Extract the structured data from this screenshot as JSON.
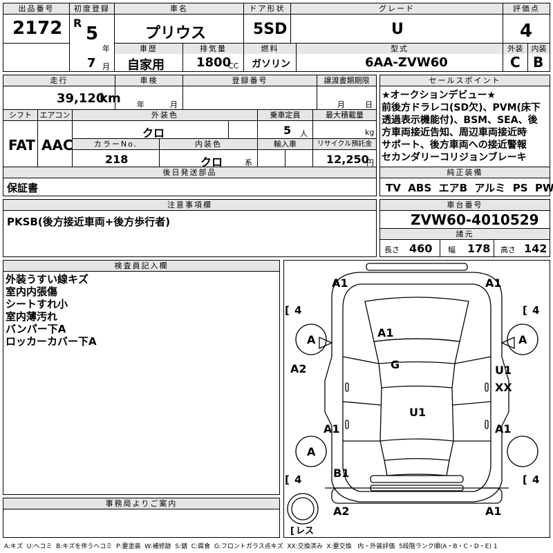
{
  "hdr": {
    "lot_no": "出品番号",
    "first_reg": "初度登録",
    "car_name": "車名",
    "door": "ドア形状",
    "grade": "グレード",
    "score": "評価点",
    "history": "車歴",
    "displacement": "排気量",
    "fuel": "燃料",
    "model": "型式",
    "ext": "外装",
    "int": "内装",
    "mileage": "走行",
    "inspection": "車検",
    "reg_no": "登録番号",
    "transfer": "譲渡書類期限",
    "sales_point": "セールスポイント",
    "shift": "シフト",
    "aircon": "エアコン",
    "ext_color": "外装色",
    "capacity": "乗車定員",
    "max_load": "最大積載量",
    "color_no": "カラーNo.",
    "int_color": "内装色",
    "import": "輸入車",
    "recycle": "リサイクル預託金",
    "later_parts": "後日発送部品",
    "genuine": "純正装備",
    "notes": "注意事項欄",
    "chassis": "車台番号",
    "specs": "諸元",
    "inspector": "検査員記入欄",
    "office": "事務局よりご案内"
  },
  "car": {
    "lot_no": "2172",
    "era": "R",
    "year": "5",
    "year_unit": "年",
    "month": "7",
    "month_unit": "月",
    "name": "プリウス",
    "door": "5SD",
    "grade": "U",
    "score": "4",
    "history": "自家用",
    "displacement": "1800",
    "cc": "CC",
    "fuel": "ガソリン",
    "model": "6AA-ZVW60",
    "ext_score": "C",
    "int_score": "B",
    "mileage": "39,120",
    "km": "km",
    "insp_year": "年",
    "insp_month": "月",
    "transfer_month": "月",
    "transfer_day": "日",
    "shift": "FAT",
    "aircon": "AAC",
    "ext_color": "クロ",
    "capacity": "5",
    "capacity_unit": "人",
    "load_unit": "kg",
    "color_no": "218",
    "int_color": "クロ",
    "int_color_unit": "系",
    "recycle": "12,250",
    "recycle_unit": "円",
    "later_parts": "保証書",
    "genuine": "TV  ABS  エアB  アルミ  PS  PW",
    "notes": "PKSB(後方接近車両+後方歩行者)",
    "chassis": "ZVW60-4010529",
    "len_label": "長さ",
    "len": "460",
    "wid_label": "幅",
    "wid": "178",
    "hgt_label": "高さ",
    "hgt": "142"
  },
  "sales_points": [
    "★オークションデビュー★",
    "前後方ドラレコ(SD欠)、PVM(床下",
    "透過表示機能付)、BSM、SEA、後",
    "方車両接近告知、周辺車両接近時",
    "サポート、後方車両への接近警報",
    "セカンダリーコリジョンブレーキ"
  ],
  "inspector_notes": [
    "外装うすい線キズ",
    "室内内張傷",
    "シートすれ小",
    "室内薄汚れ",
    "バンパー下A",
    "ロッカーカバー下A"
  ],
  "diagram": {
    "marks": {
      "front_left": "A1",
      "front_right": "A1",
      "hood": "A1",
      "roof": "G",
      "fender_left": "A2",
      "door_right_front": "U1",
      "door_right_xx": "XX",
      "rear_door_left": "A1",
      "rear_door_right": "A1",
      "trunk": "U1",
      "rear_left_small": "B1",
      "rear_left": "A2",
      "rear_right": "A1",
      "tire_fl": "A",
      "tire_fr": "A",
      "tire_rl": "A"
    },
    "tread": [
      "4",
      "4",
      "4",
      "4"
    ],
    "spare": "レス"
  },
  "legend": "A:キズ  U:ヘコミ  B:キズを伴うヘコミ  P:要塗装  W:補修跡  S:錆  C:腐食  G:フロントガラス点キズ  XX:交換済み  X:要交換   内・外装評価  5段階ランク順(A・B・C・D・E) 1"
}
